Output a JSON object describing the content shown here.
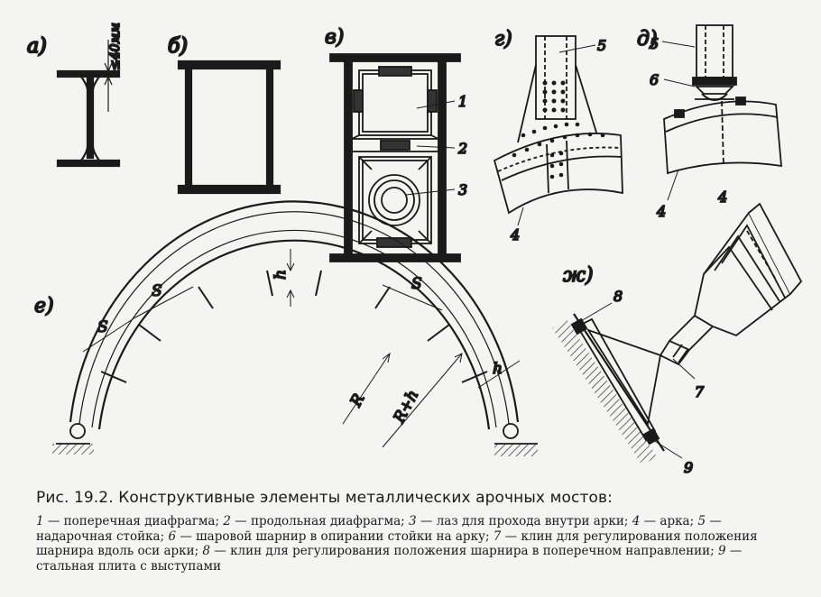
{
  "panels": {
    "a": "а)",
    "b": "б)",
    "v": "в)",
    "g": "г)",
    "d": "д)",
    "e": "е)",
    "zh": "ж)"
  },
  "dimensions": {
    "flange_thickness": "≤40мм",
    "segment_length": "S",
    "height": "h",
    "radius_inner": "R",
    "radius_outer": "R+h"
  },
  "callouts": {
    "n1": "1",
    "n2": "2",
    "n3": "3",
    "n4": "4",
    "n5": "5",
    "n6": "6",
    "n7": "7",
    "n8": "8",
    "n9": "9"
  },
  "caption": {
    "title": "Рис. 19.2. Конструктивные элементы металлических арочных мостов:",
    "legend": [
      {
        "n": "1",
        "text": " — поперечная диафрагма; "
      },
      {
        "n": "2",
        "text": " — продольная диафрагма; "
      },
      {
        "n": "3",
        "text": " — лаз для прохода внутри арки; "
      },
      {
        "n": "4",
        "text": " — арка; "
      },
      {
        "n": "5",
        "text": " — надарочная стойка; "
      },
      {
        "n": "6",
        "text": " — шаровой шарнир в опирании стойки на арку; "
      },
      {
        "n": "7",
        "text": " — клин для регулирования положения шарнира вдоль оси арки; "
      },
      {
        "n": "8",
        "text": " — клин для регулирования положения шарнира в поперечном направлении; "
      },
      {
        "n": "9",
        "text": " — стальная плита с выступами"
      }
    ]
  }
}
